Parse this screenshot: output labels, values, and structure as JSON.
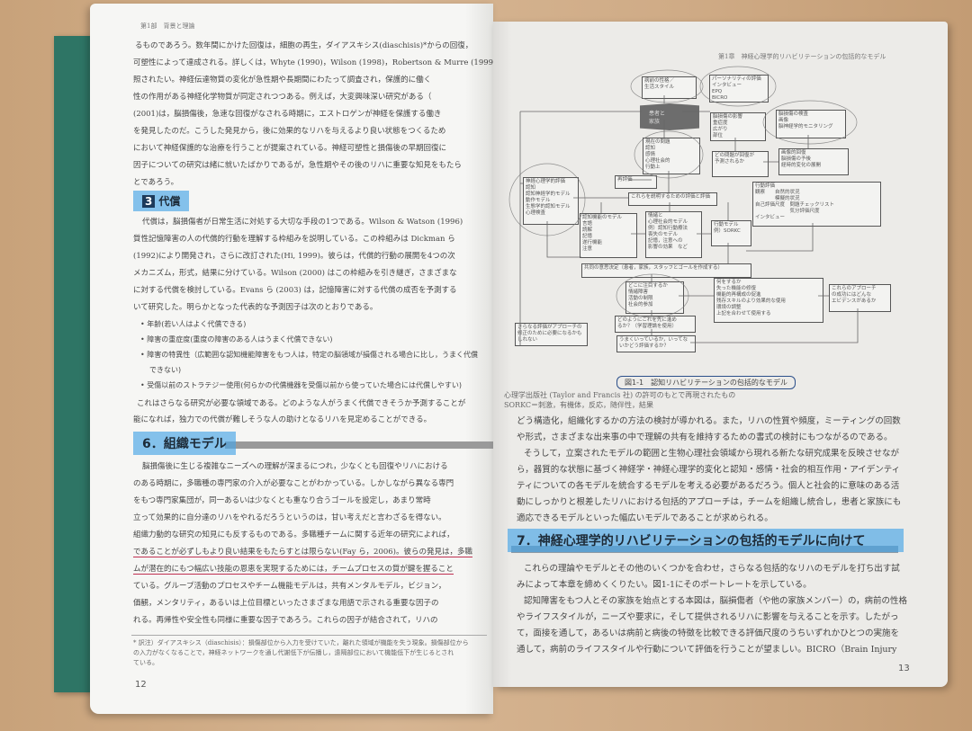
{
  "left_page": {
    "running_header": "第1部　背景と理論",
    "para1": [
      "るものであろう。数年間にかけた回復は，細胞の再生，ダイアスキシス(diaschisis)*からの回復，",
      "可塑性によって達成される。詳しくは，Whyte (1990)，Wilson (1998)，Robertson & Murre (1999)",
      "照されたい。神経伝達物質の変化が急性期や長期間にわたって調査され，保護的に働く",
      "性の作用がある神経化学物質が同定されつつある。例えば，大変興味深い研究がある（",
      "(2001)は，脳損傷後，急速な回復がなされる時期に，エストロゲンが神経を保護する働き",
      "を発見したのだ。こうした発見から，後に効果的なリハを与えるより良い状態をつくるため",
      "において神経保護的な治療を行うことが提案されている。神経可塑性と損傷後の早期回復に",
      "因子についての研究は緒に就いたばかりであるが，急性期やその後のリハに重要な知見をもたら",
      "とであろう。"
    ],
    "section3_number": "3",
    "section3_title": "代償",
    "para2": [
      "代償は，脳損傷者が日常生活に対処する大切な手段の1つである。Wilson & Watson (1996)",
      "質性記憶障害の人の代償的行動を理解する枠組みを説明している。この枠組みは Dickman ら",
      "(1992)により開発され，さらに改訂された(Hi, 1999)。彼らは，代償的行動の展開を4つの次",
      "メカニズム，形式，結果に分けている。Wilson (2000) はこの枠組みを引き継ぎ，さまざまな",
      "に対する代償を検討している。Evans ら (2003) は，記憶障害に対する代償の成否を予測する",
      "いて研究した。明らかとなった代表的な予測因子は次のとおりである。"
    ],
    "bullets": [
      "年齢(若い人はよく代償できる)",
      "障害の重症度(重度の障害のある人はうまく代償できない)",
      "障害の特異性（広範囲な認知機能障害をもつ人は，特定の脳領域が損傷される場合に比し，うまく代償",
      "できない)",
      "受傷以前のストラテジー使用(何らかの代償機器を受傷以前から使っていた場合には代償しやすい)"
    ],
    "para3": [
      "これはさらなる研究が必要な領域である。どのような人がうまく代償できそうか予測することが",
      "能になれば，独力での代償が難しそうな人の助けとなるリハを見定めることができる。"
    ],
    "section6_title": "6．組織モデル",
    "para4": [
      "脳損傷後に生じる複雑なニーズへの理解が深まるにつれ，少なくとも回復やリハにおける",
      "のある時期に，多職種の専門家の介入が必要なことがわかっている。しかしながら異なる専門",
      "をもつ専門家集団が，同一あるいは少なくとも重なり合うゴールを設定し，あまり常時",
      "立って効果的に自分達のリハをやれるだろうというのは，甘い考えだと言わざるを得ない。",
      "組織力動的な研究の知見にも反するものである。多職種チームに関する近年の研究によれば，",
      "であることが必ずしもより良い結果をもたらすとは限らない(Fay ら，2006)。彼らの発見は，多職",
      "ムが潜在的にもつ幅広い技能の恩恵を実現するためには，チームプロセスの質が鍵を握ること",
      "ている。グループ活動のプロセスやチーム機能モデルは，共有メンタルモデル，ビジョン，",
      "価観，メンタリティ，あるいは上位目標といったさまざまな用語で示される重要な因子の",
      "れる。再帰性や安全性も同様に重要な因子であろう。これらの因子が結合されて，リハの"
    ],
    "footnote": [
      "* 訳注）ダイアスキシス（diaschisis）：損傷部位から入力を受けていた，離れた領域が機能を失う現象。損傷部位から",
      "の入力がなくなることで，神経ネットワークを通し代謝低下が伝播し，遠隔部位において機能低下が生じるとされ",
      "ている。"
    ],
    "page_number": "12"
  },
  "right_page": {
    "running_header": "第1章　神経心理学的リハビリテーションの包括的なモデル",
    "figure": {
      "banner": "患者と\n家族",
      "boxes": [
        "病前の性格／\n生活スタイル",
        "パーソナリティの評価\nインタビュー\nEPQ\nBICRO",
        "脳損傷の影響\n重症度\n広がり\n部位",
        "脳損傷の検査\n画像\n脳神経学的モニタリング",
        "現在の問題\n認知\n感情\n心理社会的\n行動上",
        "どの問題が回復が\n予測されるか",
        "画像的回復\n脳損傷の予後\n経時的変化の展開",
        "再評価",
        "これらを説明するための評価と評価",
        "神経心理学的評価\n認知\n認知神経学的モデル\n動作モデル\n生態学的認知モデル\n心理検査",
        "行動評価\n観察　　自然的状況\n　　　　模擬的状況\n自己評価尺度　問題チェックリスト\n　　　　　　　気分評価尺度\nインタビュー",
        "認知機能のモデル\n言語\n読解\n記憶\n遂行機能\n注意",
        "情緒と\n心理社会的モデル\n例）認知行動療法\n喪失のモデル\n記憶，注意への\n影響の効果　など",
        "行動モデル\n例）SORKC",
        "共同の意思決定（患者，家族，スタッフとゴールを作成する）",
        "どこに注目するか\n情緒障害\n活動の制限\n社会的参加",
        "何をするか\n失った機能の修復\n機能的再構成の促進\n残存スキルのより効果的な使用\n環境の調整\n上記を合わせて使用する",
        "これらのアプローチ\nの成功にはどんな\nエビデンスがあるか",
        "どのようにこれを先に進め\nるか？（学習理論を使用）",
        "さらなる評価がアプローチの\n修正のために必要になるかも\nしれない",
        "うまくいっているか，いってな\nいかどう評価するか？"
      ],
      "caption": "図1-1　認知リハビリテーションの包括的なモデル",
      "source_note": "心理学出版社 (Taylor and Francis 社) の許可のもとで再現されたもの",
      "abbrev_note": "SORKC＝刺激，有機体，反応，随伴性，結果"
    },
    "para1": [
      "どう構造化，組織化するかの方法の検討が導かれる。また，リハの性質や頻度，ミーティングの回数",
      "や形式，さまざまな出来事の中で理解の共有を維持するための書式の検討にもつながるのである。",
      "そうして，立案されたモデルの範囲と生物心理社会領域から現れる新たな研究成果を反映させなが",
      "ら，器質的な状態に基づく神経学・神経心理学的変化と認知・感情・社会的相互作用・アイデンティ",
      "ティについての各モデルを統合するモデルを考える必要があるだろう。個人と社会的に意味のある活",
      "動にしっかりと根差したリハにおける包括的アプローチは，チームを組織し統合し，患者と家族にも",
      "適応できるモデルといった幅広いモデルであることが求められる。"
    ],
    "section7_title": "7．神経心理学的リハビリテーションの包括的モデルに向けて",
    "para2": [
      "これらの理論やモデルとその他のいくつかを合わせ，さらなる包括的なリハのモデルを打ち出す試",
      "みによって本章を締めくくりたい。図1-1にそのポートレートを示している。",
      "認知障害をもつ人とその家族を始点とする本図は，脳損傷者（や他の家族メンバー）の，病前の性格",
      "やライフスタイルが，ニーズや要求に，そして提供されるリハに影響を与えることを示す。したがっ",
      "て，面接を通して，あるいは病前と病後の特徴を比較できる評価尺度のうちいずれかひとつの実施を",
      "通して，病前のライフスタイルや行動について評価を行うことが望ましい。BICRO（Brain Injury"
    ],
    "page_number": "13"
  },
  "colors": {
    "highlighter": "#46a5e6",
    "cover": "#2e7565",
    "pen_red": "#c03050",
    "pen_blue": "#2c4f8a"
  }
}
